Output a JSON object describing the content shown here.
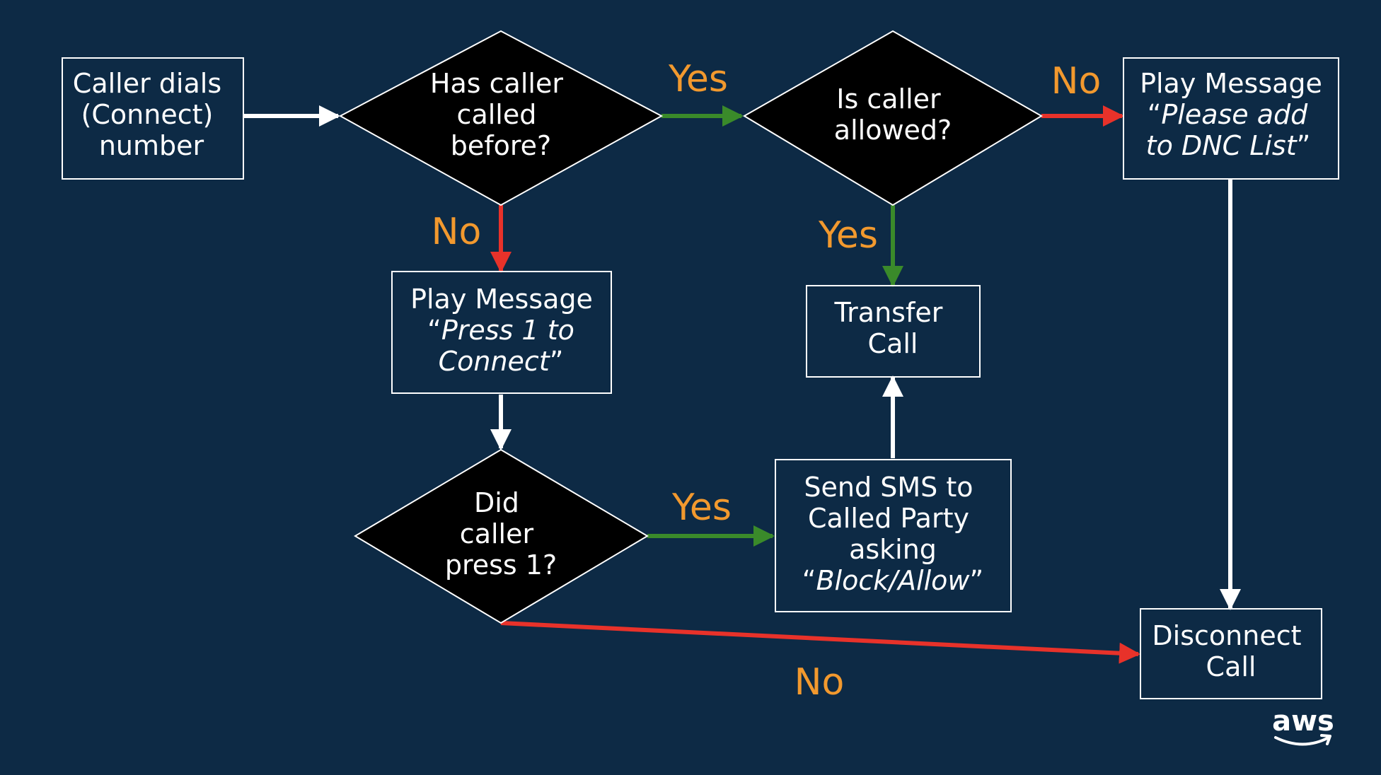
{
  "colors": {
    "background": "#0d2a45",
    "yes_arrow": "#3a8a2a",
    "no_arrow": "#e8322a",
    "neutral_arrow": "#ffffff",
    "edge_label": "#f2992e"
  },
  "nodes": {
    "caller_dials": {
      "lines": [
        "Caller dials",
        "(Connect)",
        "number"
      ]
    },
    "has_called_before": {
      "lines": [
        "Has caller",
        "called",
        "before?"
      ]
    },
    "is_allowed": {
      "lines": [
        "Is caller",
        "allowed?"
      ]
    },
    "play_dnc": {
      "line1": "Play Message",
      "line2_q": "“",
      "line2_i": "Please add",
      "line3_i": "to DNC List",
      "line3_q": "”"
    },
    "play_press1": {
      "line1": "Play Message",
      "line2_q": "“",
      "line2_i": "Press 1 to",
      "line3_i": "Connect",
      "line3_q": "”"
    },
    "transfer_call": {
      "lines": [
        "Transfer",
        "Call"
      ]
    },
    "did_press1": {
      "lines": [
        "Did",
        "caller",
        "press 1?"
      ]
    },
    "send_sms": {
      "lines": [
        "Send SMS to",
        "Called Party",
        "asking"
      ],
      "line4_q1": "“",
      "line4_i": "Block/Allow",
      "line4_q2": "”"
    },
    "disconnect": {
      "lines": [
        "Disconnect",
        "Call"
      ]
    }
  },
  "edges": {
    "yes_called_before": "Yes",
    "no_allowed": "No",
    "no_called_before": "No",
    "yes_allowed": "Yes",
    "yes_press1": "Yes",
    "no_press1": "No"
  },
  "logo": {
    "text": "aws",
    "icon": "aws-smile-icon"
  }
}
